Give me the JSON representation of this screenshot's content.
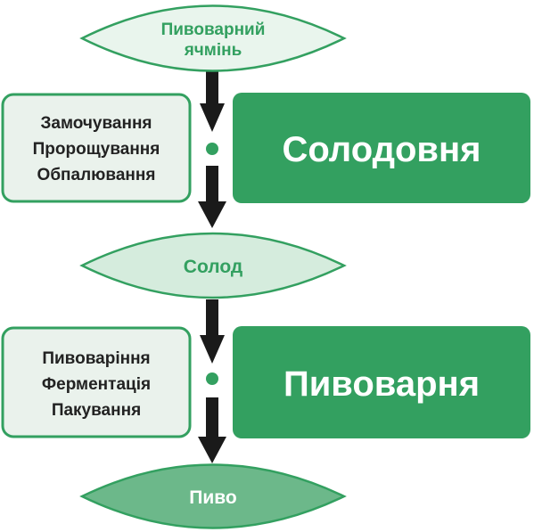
{
  "colors": {
    "dark_green": "#33a060",
    "mid_green": "#6cb88a",
    "light_green": "#d5ecdd",
    "very_light_green": "#e9f5ed",
    "box_fill": "#eaf2ec",
    "arrow": "#1a1a1a"
  },
  "inputs": {
    "barley": [
      "Пивоварний",
      "ячмінь"
    ],
    "malt": "Солод",
    "beer": "Пиво"
  },
  "malthouse": {
    "title": "Солодовня",
    "steps": [
      "Замочування",
      "Пророщування",
      "Обпалювання"
    ]
  },
  "brewery": {
    "title": "Пивоварня",
    "steps": [
      "Пивоваріння",
      "Ферментація",
      "Пакування"
    ]
  }
}
